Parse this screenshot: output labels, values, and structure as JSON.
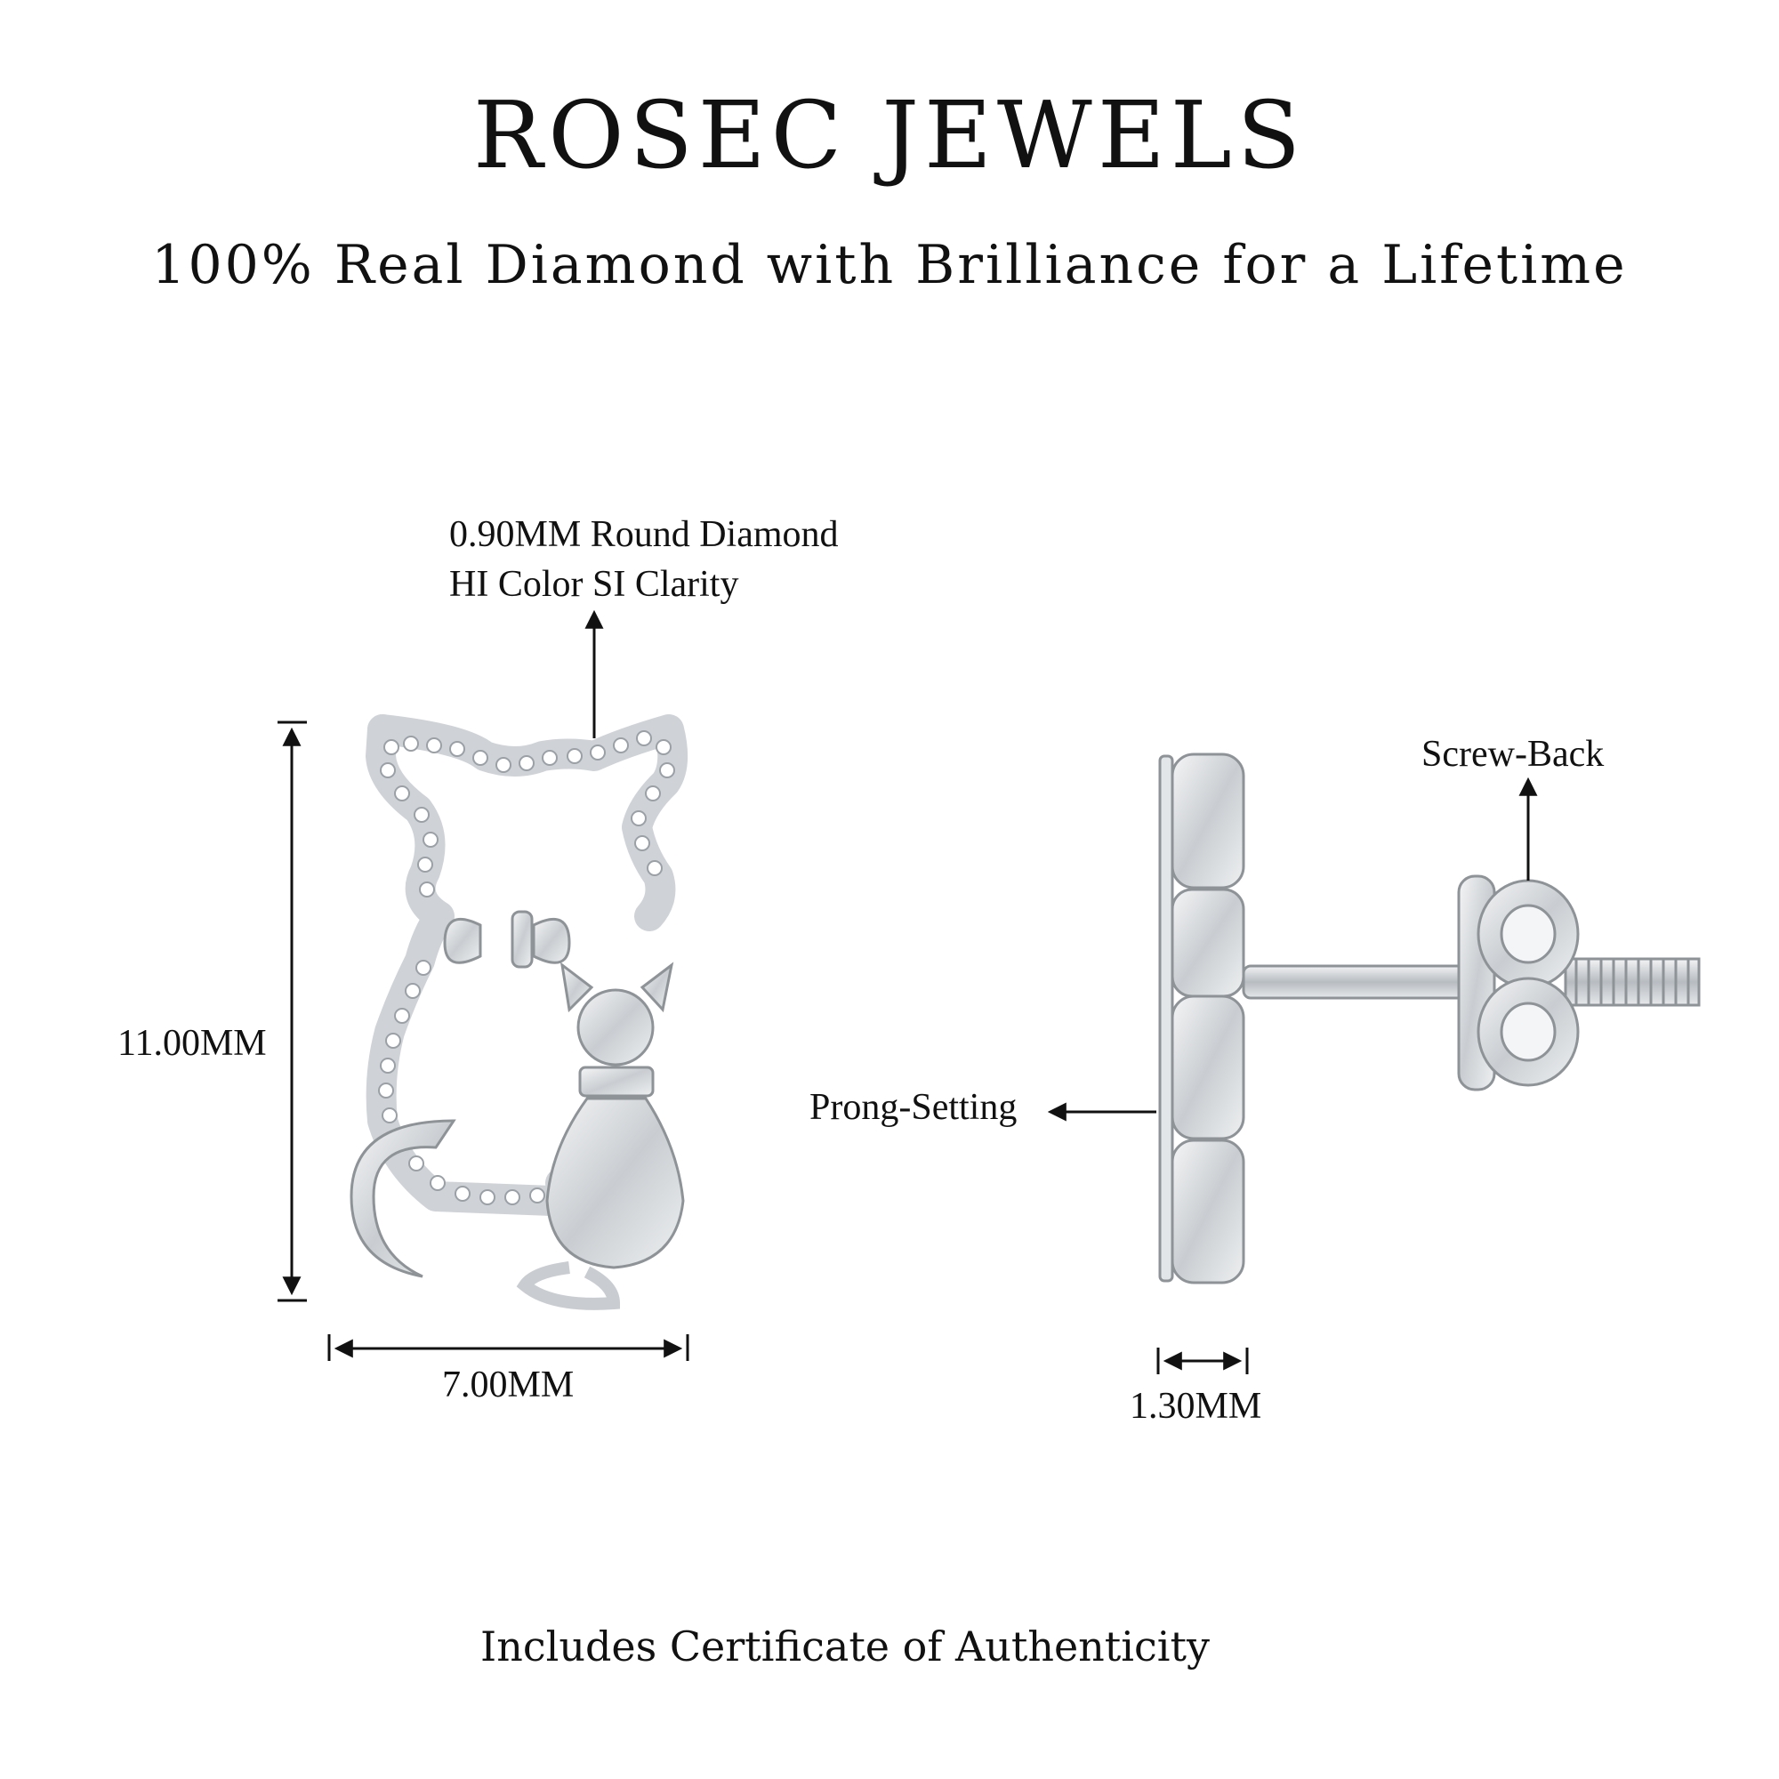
{
  "header": {
    "brand": "ROSEC JEWELS",
    "tagline": "100% Real Diamond with Brilliance for a Lifetime"
  },
  "front_view": {
    "stone_label_line1": "0.90MM Round Diamond",
    "stone_label_line2": "HI Color SI Clarity",
    "height_label": "11.00MM",
    "width_label": "7.00MM"
  },
  "side_view": {
    "screw_back_label": "Screw-Back",
    "prong_setting_label": "Prong-Setting",
    "thickness_label": "1.30MM"
  },
  "footer": {
    "note": "Includes Certificate of Authenticity"
  },
  "colors": {
    "metal": "#d6d9dc",
    "metal_dark": "#8e9398",
    "text": "#111111"
  }
}
